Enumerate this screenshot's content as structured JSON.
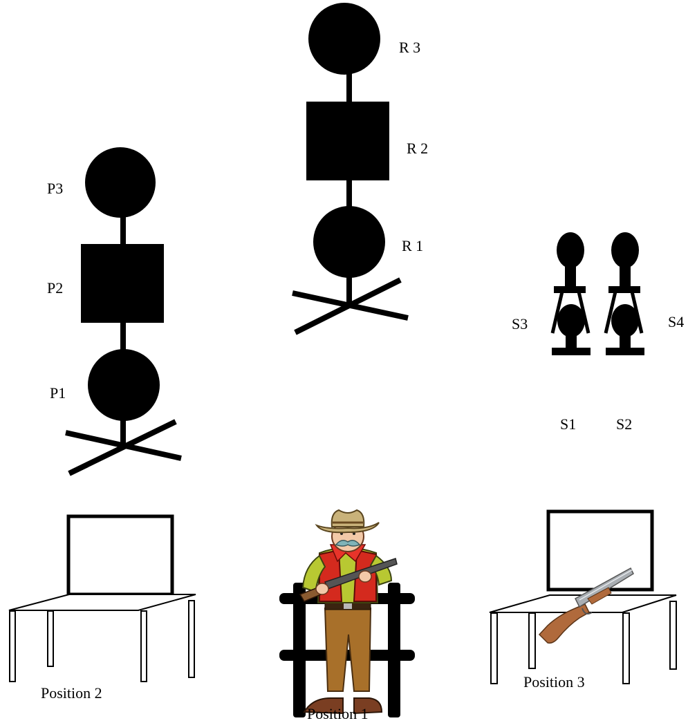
{
  "labels": {
    "p1": "P1",
    "p2": "P2",
    "p3": "P3",
    "r1": "R 1",
    "r2": "R 2",
    "r3": "R 3",
    "s1": "S1",
    "s2": "S2",
    "s3": "S3",
    "s4": "S4",
    "position1": "Position 1",
    "position2": "Position 2",
    "position3": "Position 3"
  },
  "colors": {
    "target": "#000000",
    "background": "#ffffff",
    "hat": "#c9b27a",
    "shirt": "#b8c832",
    "vest": "#d42a1e",
    "pants": "#a8702a",
    "skin": "#f2c9a8",
    "mustache": "#7fb3b8",
    "rifle_stock": "#b06a3c",
    "rifle_metal": "#a9aeb3"
  },
  "icons": {
    "cowboy": "cowboy-shooter-icon",
    "rifle": "shotgun-icon"
  }
}
